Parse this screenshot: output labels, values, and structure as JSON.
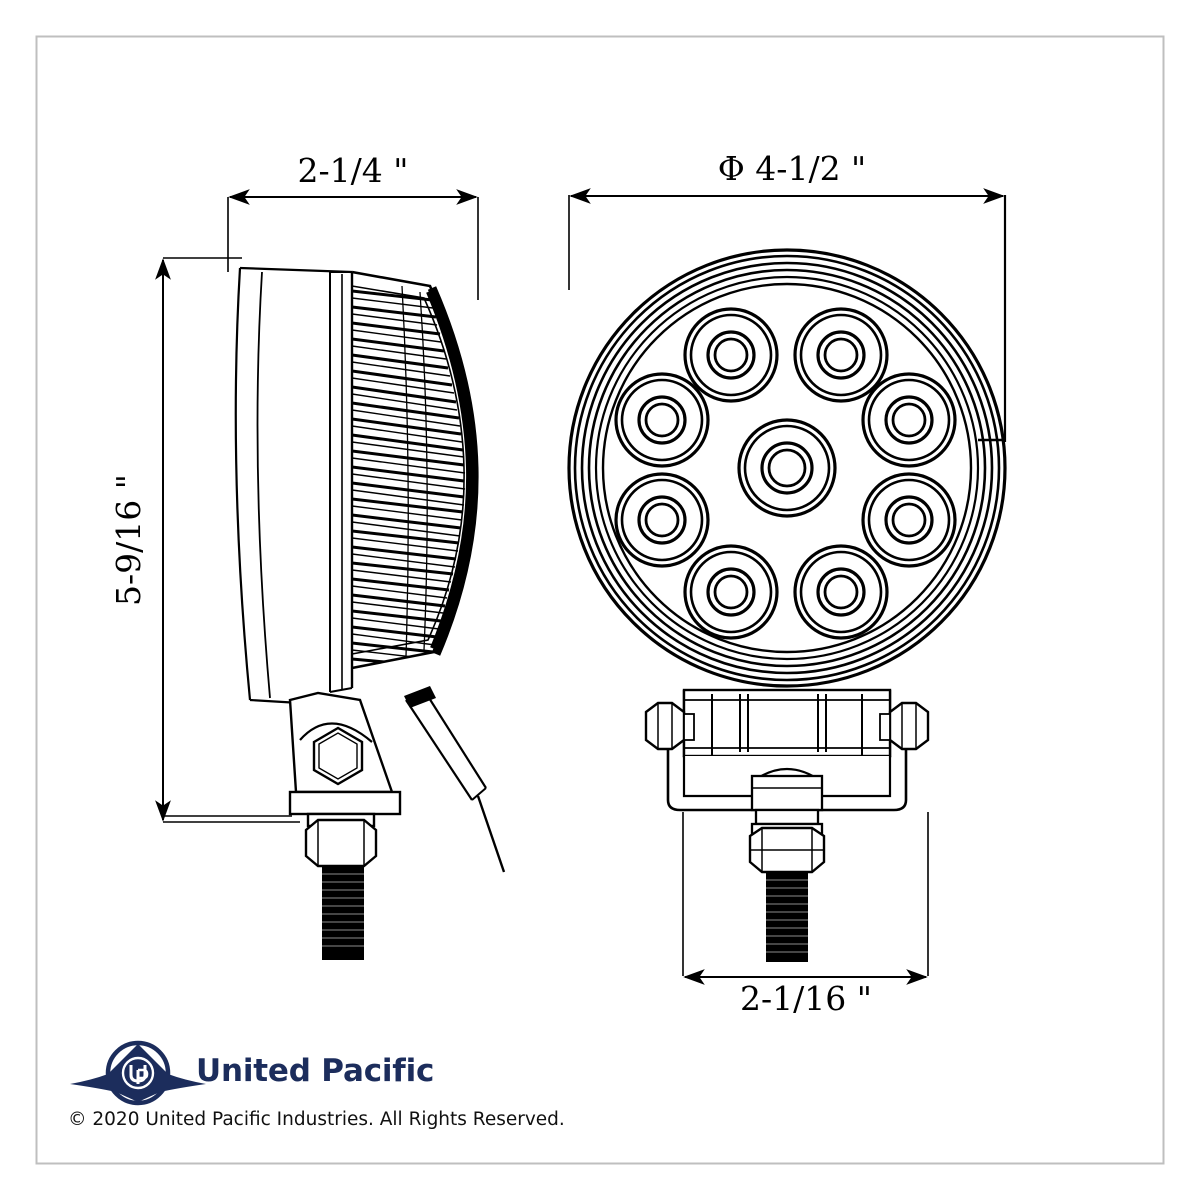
{
  "document": {
    "type": "engineering-drawing",
    "subject": "Round LED work light, 9 LED",
    "border_color": "#bfbfbf",
    "line_color": "#000000",
    "background_color": "#ffffff"
  },
  "dimensions": {
    "side_width": {
      "label": "2-1/4 \"",
      "value": "2-1/4",
      "unit": "inch",
      "orientation": "horizontal",
      "view": "side"
    },
    "side_height": {
      "label": "5-9/16 \"",
      "value": "5-9/16",
      "unit": "inch",
      "orientation": "vertical",
      "view": "side"
    },
    "front_diameter": {
      "label": "Φ 4-1/2 \"",
      "value": "4-1/2",
      "unit": "inch",
      "symbol": "Φ",
      "orientation": "horizontal",
      "view": "front"
    },
    "bracket_width": {
      "label": "2-1/16 \"",
      "value": "2-1/16",
      "unit": "inch",
      "orientation": "horizontal",
      "view": "front"
    }
  },
  "views": {
    "side": {
      "name": "Side View",
      "features": [
        "lens-housing",
        "cooling-fins",
        "mounting-bracket",
        "hex-bolt",
        "hex-nut",
        "threaded-stud",
        "power-wire"
      ]
    },
    "front": {
      "name": "Front View",
      "features": [
        "outer-rim",
        "led-array",
        "mounting-bracket",
        "hex-nuts",
        "threaded-stud"
      ],
      "led_count": 9,
      "led_ring_count": 8,
      "led_center_count": 1
    }
  },
  "footer": {
    "brand_name": "United Pacific",
    "brand_color": "#1c2d5c",
    "copyright": "© 2020 United Pacific Industries. All Rights Reserved.",
    "logo_icon": "united-pacific-winged-up-logo"
  }
}
